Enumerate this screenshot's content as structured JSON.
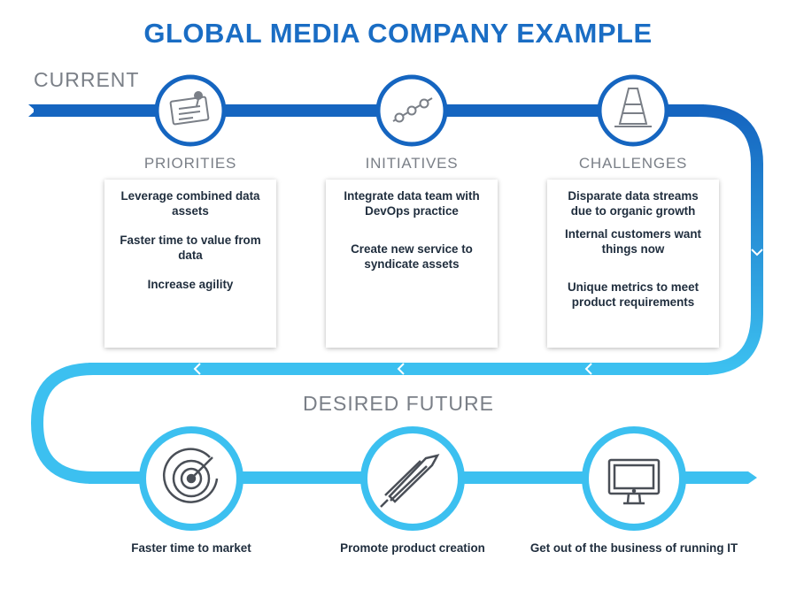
{
  "title": "GLOBAL MEDIA COMPANY EXAMPLE",
  "current_label": "CURRENT",
  "future_label": "DESIRED FUTURE",
  "colors": {
    "title": "#1a6dc4",
    "current_path": "#1565c0",
    "future_path": "#3cc0f0",
    "section_text": "#7a7f87",
    "body_text": "#1f2d3d"
  },
  "columns": [
    {
      "label": "PRIORITIES",
      "icon": "pinned-note-icon",
      "items": [
        "Leverage combined data assets",
        "Faster time to value from data",
        "Increase agility"
      ]
    },
    {
      "label": "INITIATIVES",
      "icon": "connected-nodes-icon",
      "items": [
        "Integrate data team with DevOps practice",
        "Create new service to syndicate assets"
      ]
    },
    {
      "label": "CHALLENGES",
      "icon": "traffic-cone-icon",
      "items": [
        "Disparate data streams due to organic growth",
        "Internal customers want things now",
        "Unique metrics to meet product requirements"
      ]
    }
  ],
  "future": [
    {
      "label": "Faster time to market",
      "icon": "radar-speed-icon"
    },
    {
      "label": "Promote product creation",
      "icon": "pencil-icon"
    },
    {
      "label": "Get out of the business of running IT",
      "icon": "monitor-icon"
    }
  ]
}
